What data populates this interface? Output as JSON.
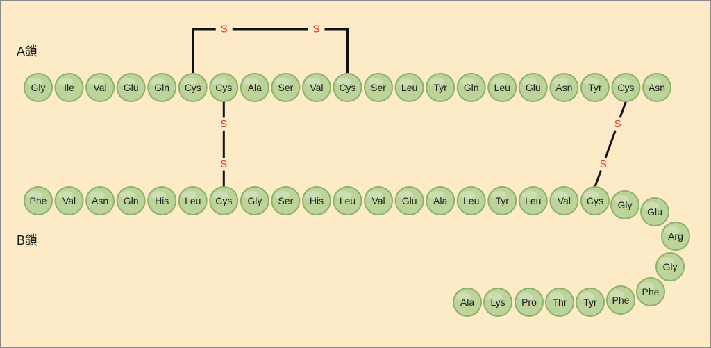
{
  "colors": {
    "background": "#fdebc7",
    "border": "#8a8a8a",
    "residue_fill": "#bcd39a",
    "residue_stroke": "#8fb06a",
    "sulfur": "#e8302a",
    "bond": "#111111"
  },
  "labels": {
    "a_chain": "A鎖",
    "b_chain": "B鎖",
    "sulfur": "S"
  },
  "a_chain": [
    "Gly",
    "Ile",
    "Val",
    "Glu",
    "Gln",
    "Cys",
    "Cys",
    "Ala",
    "Ser",
    "Val",
    "Cys",
    "Ser",
    "Leu",
    "Tyr",
    "Gln",
    "Leu",
    "Glu",
    "Asn",
    "Tyr",
    "Cys",
    "Asn"
  ],
  "b_chain": [
    "Phe",
    "Val",
    "Asn",
    "Gln",
    "His",
    "Leu",
    "Cys",
    "Gly",
    "Ser",
    "His",
    "Leu",
    "Val",
    "Glu",
    "Ala",
    "Leu",
    "Tyr",
    "Leu",
    "Val",
    "Cys",
    "Gly",
    "Glu",
    "Arg",
    "Gly",
    "Phe",
    "Phe",
    "Tyr",
    "Thr",
    "Pro",
    "Lys",
    "Ala"
  ],
  "disulfide_bonds": [
    {
      "from": {
        "chain": "a_chain",
        "index": 5
      },
      "to": {
        "chain": "a_chain",
        "index": 10
      }
    },
    {
      "from": {
        "chain": "a_chain",
        "index": 6
      },
      "to": {
        "chain": "b_chain",
        "index": 6
      }
    },
    {
      "from": {
        "chain": "a_chain",
        "index": 19
      },
      "to": {
        "chain": "b_chain",
        "index": 18
      }
    }
  ]
}
